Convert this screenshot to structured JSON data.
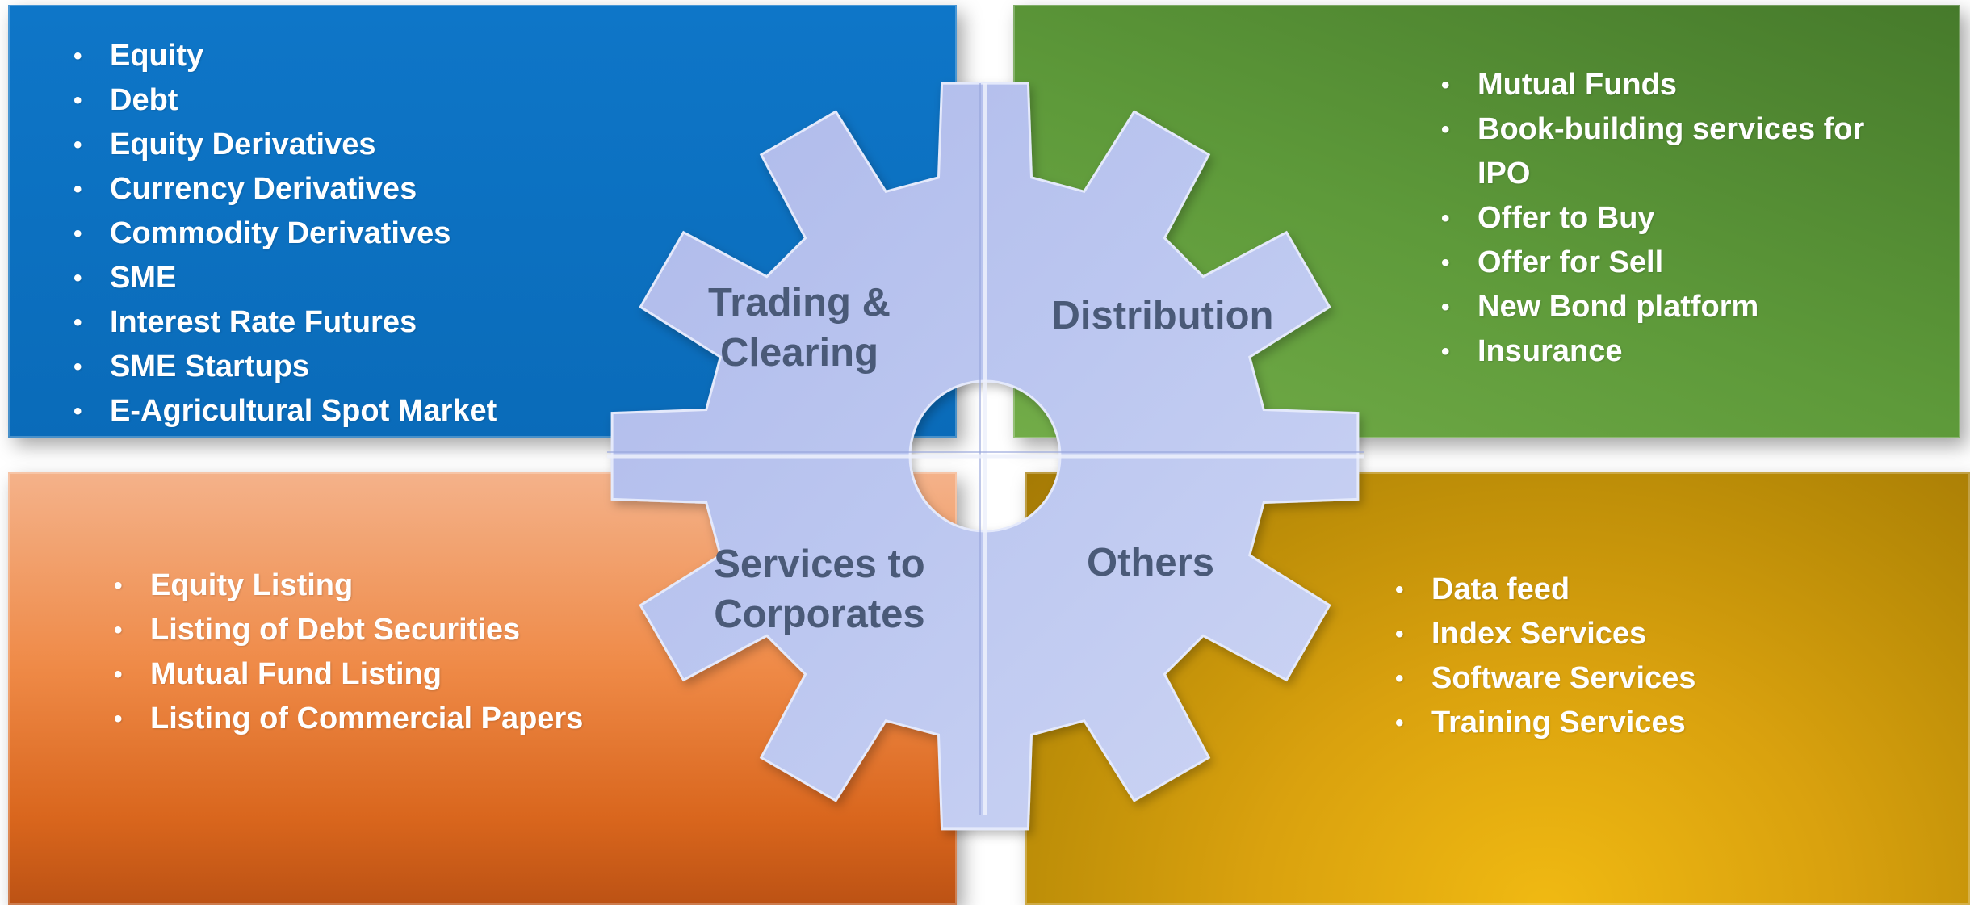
{
  "quadrants": {
    "trading_clearing": {
      "title": "Trading &\nClearing",
      "color": "#0a6bb9",
      "items": [
        "Equity",
        "Debt",
        "Equity Derivatives",
        "Currency Derivatives",
        "Commodity Derivatives",
        "SME",
        "Interest Rate Futures",
        "SME Startups",
        "E-Agricultural Spot Market"
      ]
    },
    "distribution": {
      "title": "Distribution",
      "color": "#5e9a3a",
      "items": [
        "Mutual Funds",
        "Book-building services for IPO",
        "Offer to Buy",
        "Offer for Sell",
        "New Bond platform",
        "Insurance"
      ]
    },
    "services_to_corporates": {
      "title": "Services to\nCorporates",
      "color": "#ef8a47",
      "items": [
        "Equity Listing",
        "Listing of Debt Securities",
        "Mutual Fund Listing",
        "Listing of Commercial Papers"
      ]
    },
    "others": {
      "title": "Others",
      "color": "#d9a10e",
      "items": [
        "Data feed",
        "Index Services",
        "Software Services",
        "Training Services"
      ]
    }
  },
  "bullet_glyph": "•",
  "gear_color": "#b9c4ee"
}
